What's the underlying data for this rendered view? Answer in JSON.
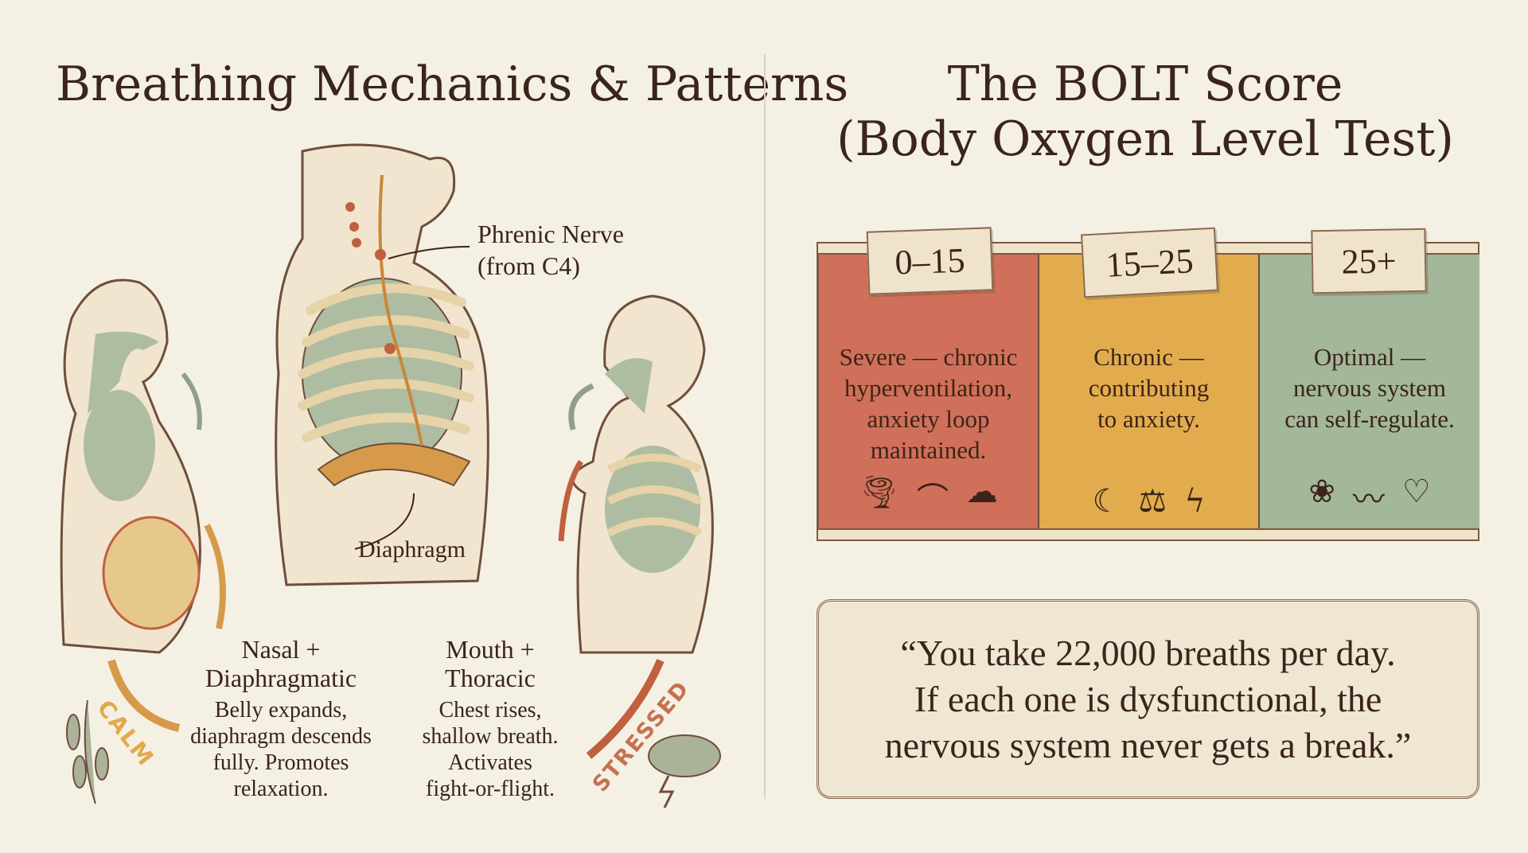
{
  "left": {
    "title": "Breathing Mechanics & Patterns",
    "labels": {
      "phrenic_line1": "Phrenic Nerve",
      "phrenic_line2": "(from C4)",
      "diaphragm": "Diaphragm"
    },
    "calm": {
      "word": "CALM",
      "heading_line1": "Nasal +",
      "heading_line2": "Diaphragmatic",
      "body": [
        "Belly expands,",
        "diaphragm descends",
        "fully. Promotes",
        "relaxation."
      ]
    },
    "stressed": {
      "word": "STRESSED",
      "heading_line1": "Mouth +",
      "heading_line2": "Thoracic",
      "body": [
        "Chest rises,",
        "shallow breath.",
        "Activates",
        "fight-or-flight."
      ]
    }
  },
  "right": {
    "title_line1": "The BOLT Score",
    "title_line2": "(Body Oxygen Level Test)",
    "ranges": [
      {
        "range": "0–15",
        "text": [
          "Severe — chronic",
          "hyperventilation,",
          "anxiety loop",
          "maintained."
        ],
        "color": "#d0705a",
        "icons": [
          "tornado-icon",
          "headache-icon",
          "storm-cloud-icon"
        ]
      },
      {
        "range": "15–25",
        "text": [
          "Chronic —",
          "contributing",
          "to anxiety."
        ],
        "color": "#e2ac4e",
        "icons": [
          "moon-icon",
          "scales-icon",
          "lightning-icon"
        ]
      },
      {
        "range": "25+",
        "text": [
          "Optimal —",
          "nervous system",
          "can self-regulate."
        ],
        "color": "#a3b79a",
        "icons": [
          "lotus-icon",
          "wave-icon",
          "heartbeat-icon"
        ]
      }
    ],
    "quote": [
      "“You take 22,000 breaths per day.",
      "If each one is dysfunctional, the",
      "nervous system never gets a break.”"
    ]
  }
}
